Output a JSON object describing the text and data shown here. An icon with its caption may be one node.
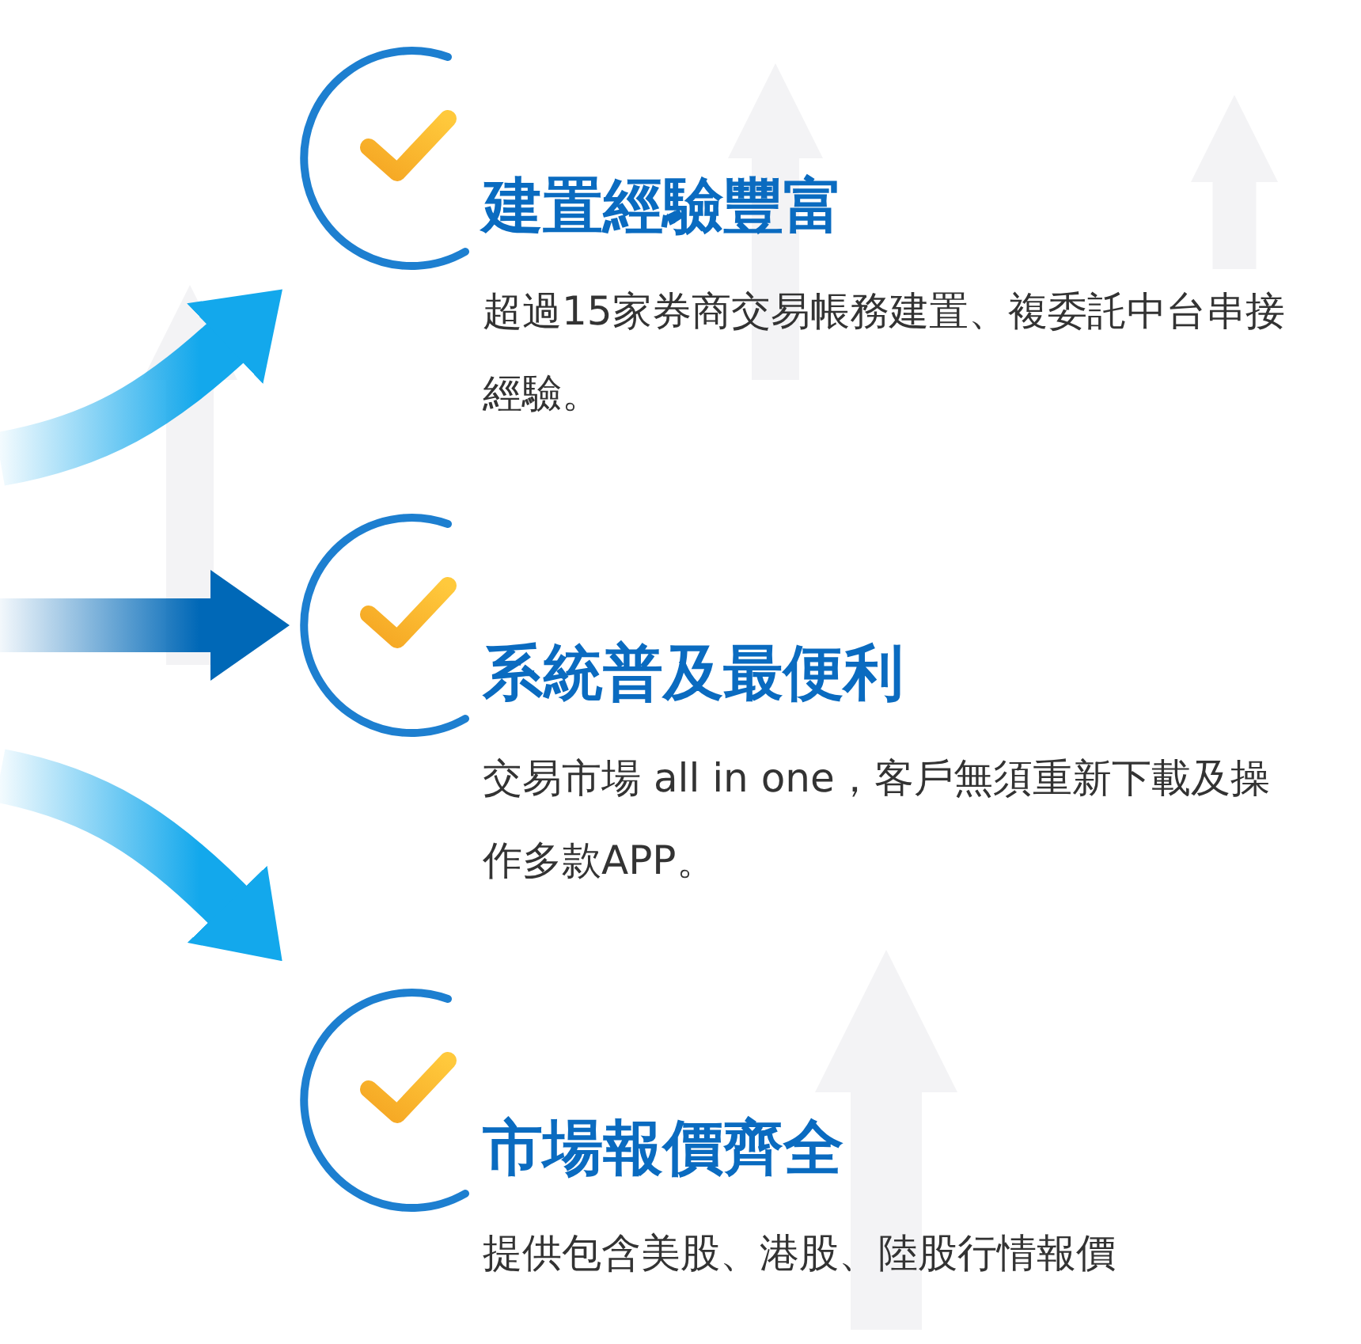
{
  "diagram": {
    "nodes": [
      {
        "text": [
          "建置經驗豐富",
          "超過15家券商交易帳務建置、複委託中台串接經驗。"
        ]
      },
      {
        "text": [
          "系統普及最便利",
          "交易市場 all in one，客戶無須重新下載及操作多款APP。"
        ]
      },
      {
        "text": [
          "市場報價齊全",
          "提供包含美股、港股、陸股行情報價"
        ]
      }
    ],
    "edges": [
      {
        "from": null,
        "to": 0,
        "arrow": "to"
      },
      {
        "from": null,
        "to": 1,
        "arrow": "to",
        "color": "#0068b7"
      },
      {
        "from": null,
        "to": 2,
        "arrow": "to"
      }
    ]
  }
}
